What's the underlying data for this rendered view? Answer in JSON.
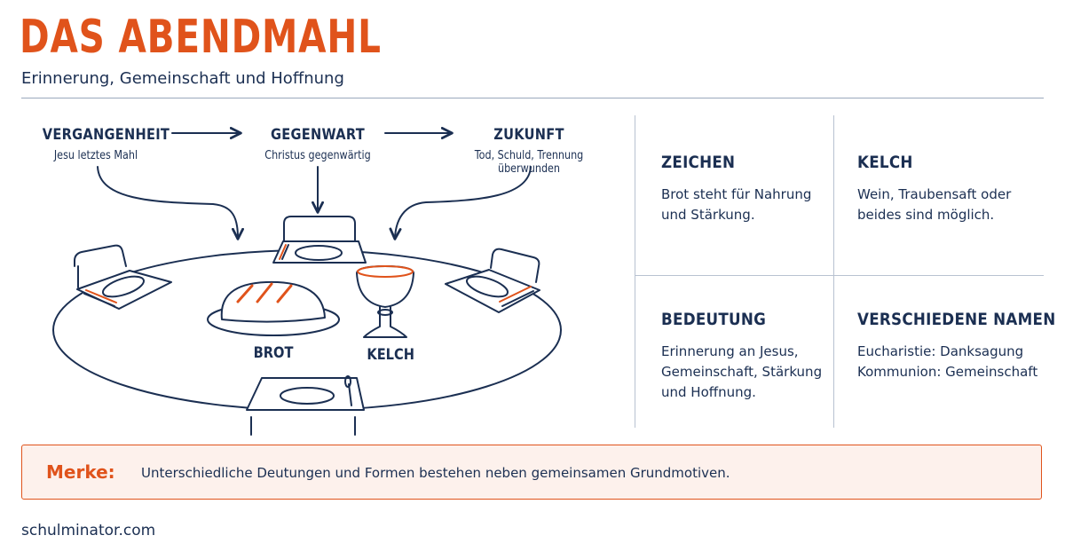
{
  "header": {
    "title": "DAS ABENDMAHL",
    "subtitle": "Erinnerung, Gemeinschaft und Hoffnung"
  },
  "timeline": [
    {
      "heading": "VERGANGENHEIT",
      "text": "Jesu letztes Mahl"
    },
    {
      "heading": "GEGENWART",
      "text": "Christus gegenwärtig"
    },
    {
      "heading": "ZUKUNFT",
      "text": "Tod, Schuld, Trennung überwunden"
    }
  ],
  "illustration": {
    "bread_label": "BROT",
    "cup_label": "KELCH"
  },
  "cards": [
    {
      "heading": "ZEICHEN",
      "text": "Brot steht für Nahrung und Stärkung."
    },
    {
      "heading": "KELCH",
      "text": "Wein, Traubensaft oder beides sind möglich."
    },
    {
      "heading": "BEDEUTUNG",
      "text": "Erinnerung an Jesus, Gemeinschaft, Stärkung und Hoffnung."
    },
    {
      "heading": "VERSCHIEDENE NAMEN",
      "lines": [
        "Eucharistie: Danksagung",
        "Kommunion: Gemeinschaft"
      ]
    }
  ],
  "note": {
    "label": "Merke:",
    "text": "Unterschiedliche Deutungen und Formen bestehen neben gemeinsamen Grundmotiven."
  },
  "footer": {
    "source": "schulminator.com"
  },
  "colors": {
    "accent": "#e0531b",
    "ink": "#1b2f52",
    "note_bg": "#fdf1ec"
  }
}
